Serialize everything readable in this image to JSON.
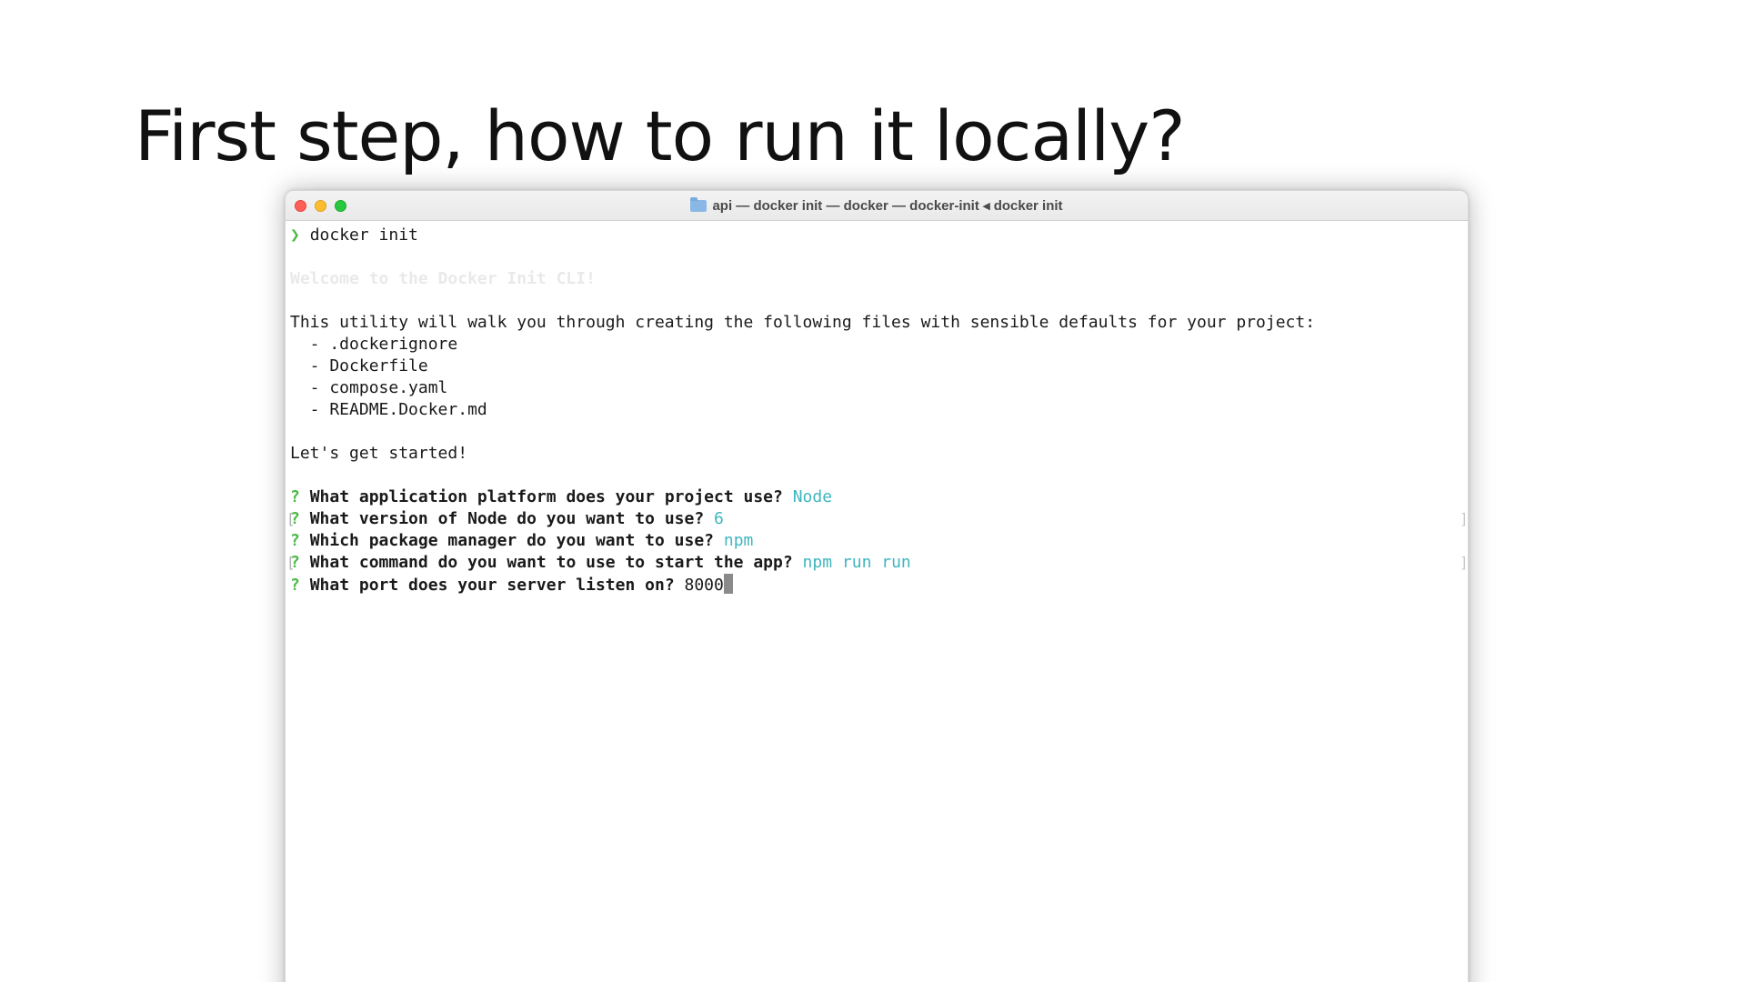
{
  "slide": {
    "title": "First step, how to run it locally?"
  },
  "terminal": {
    "window_title": "api — docker init — docker — docker-init ◂ docker init",
    "prompt_symbol": "❯",
    "command": "docker init",
    "welcome": "Welcome to the Docker Init CLI!",
    "intro": "This utility will walk you through creating the following files with sensible defaults for your project:",
    "files": [
      "  - .dockerignore",
      "  - Dockerfile",
      "  - compose.yaml",
      "  - README.Docker.md"
    ],
    "lets_start": "Let's get started!",
    "question_mark": "?",
    "questions": [
      {
        "text": "What application platform does your project use?",
        "answer": "Node"
      },
      {
        "text": "What version of Node do you want to use?",
        "answer": "6"
      },
      {
        "text": "Which package manager do you want to use?",
        "answer": "npm"
      },
      {
        "text": "What command do you want to use to start the app?",
        "answer": "npm run run"
      },
      {
        "text": "What port does your server listen on?",
        "answer": "8000"
      }
    ]
  },
  "colors": {
    "prompt_green": "#4cba45",
    "answer_cyan": "#3fb6bf",
    "close": "#fe5f57",
    "minimize": "#febc2e",
    "zoom": "#28c840"
  }
}
